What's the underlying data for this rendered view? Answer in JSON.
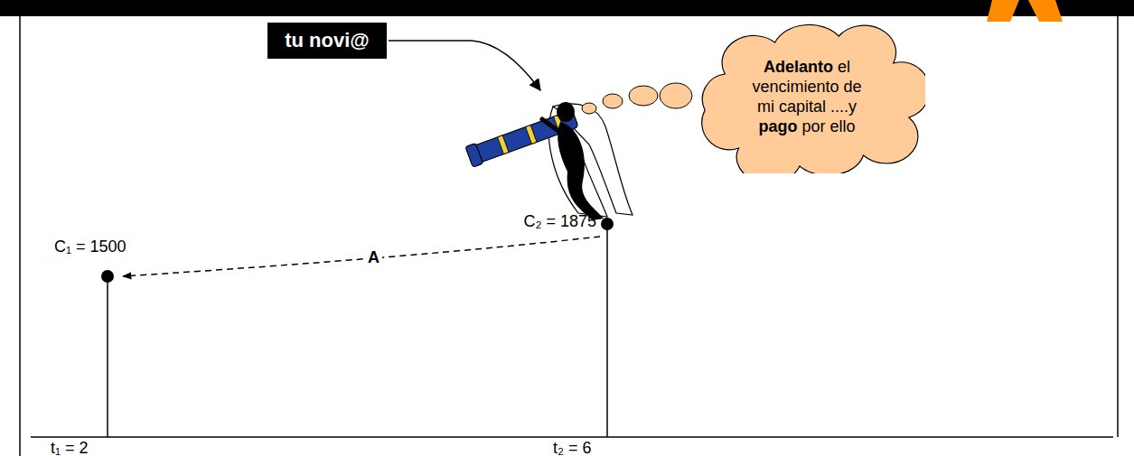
{
  "diagram": {
    "nodes": [
      {
        "text": [
          "tu novi@"
        ]
      },
      {
        "text": [
          "Adelanto el vencimiento de mi capital ....y pago por ello"
        ]
      }
    ],
    "labels": [
      "C₂ = 1875",
      "C₁ = 1500",
      "t₁ = 2",
      "t₂ = 6",
      "A"
    ]
  }
}
